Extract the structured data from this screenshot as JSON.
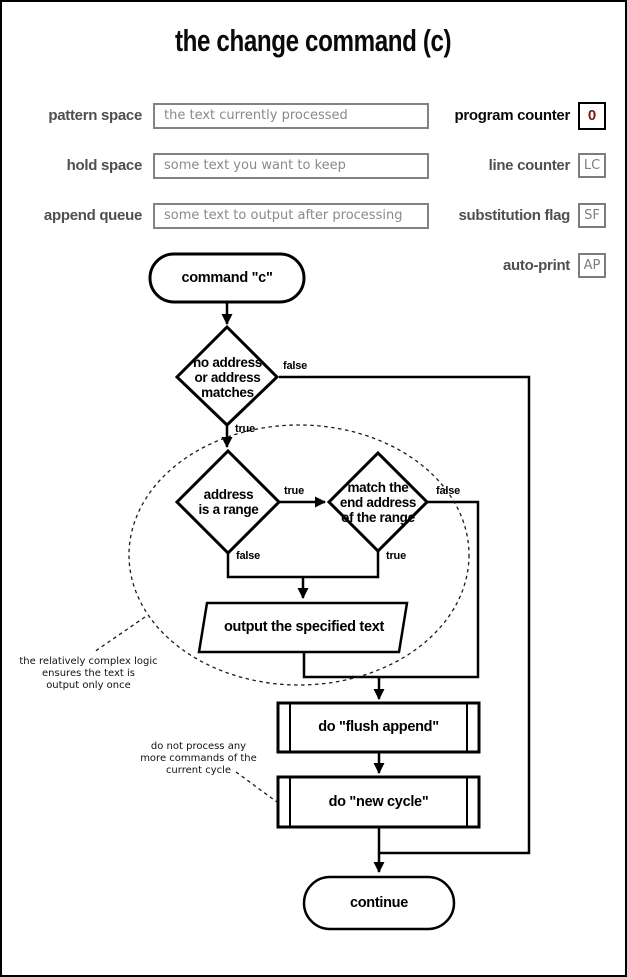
{
  "title": "the change command (c)",
  "state_panel": {
    "left_fields": [
      {
        "label": "pattern space",
        "value": "the text currently processed"
      },
      {
        "label": "hold space",
        "value": "some text you want to keep"
      },
      {
        "label": "append queue",
        "value": "some text to output after processing"
      }
    ],
    "right_fields": [
      {
        "label": "program counter",
        "value": "0"
      },
      {
        "label": "line counter",
        "value": "LC"
      },
      {
        "label": "substitution flag",
        "value": "SF"
      },
      {
        "label": "auto-print",
        "value": "AP"
      }
    ]
  },
  "flowchart": {
    "start_node": "command \"c\"",
    "decision_address_matches": [
      "no address",
      "or address",
      "matches"
    ],
    "decision_is_range": [
      "address",
      "is a range"
    ],
    "decision_end_range": [
      "match the",
      "end address",
      "of the range"
    ],
    "output_node": "output the specified text",
    "flush_append_node": "do \"flush append\"",
    "new_cycle_node": "do \"new cycle\"",
    "end_node": "continue",
    "edge_labels": {
      "d1_false": "false",
      "d1_true": "true",
      "d2_true": "true",
      "d2_false": "false",
      "d3_false": "false",
      "d3_true": "true"
    }
  },
  "annotations": {
    "output_once": [
      "the relatively complex logic",
      "ensures the text is",
      "output only once"
    ],
    "stop_cycle": [
      "do not process any",
      "more commands of the",
      "current cycle"
    ]
  },
  "colors": {
    "program_counter_value": "#7b1a1a",
    "muted_label": "#4f4f4f",
    "field_border": "#828282",
    "placeholder_text": "#8a8a8a",
    "line_color": "#000000"
  }
}
